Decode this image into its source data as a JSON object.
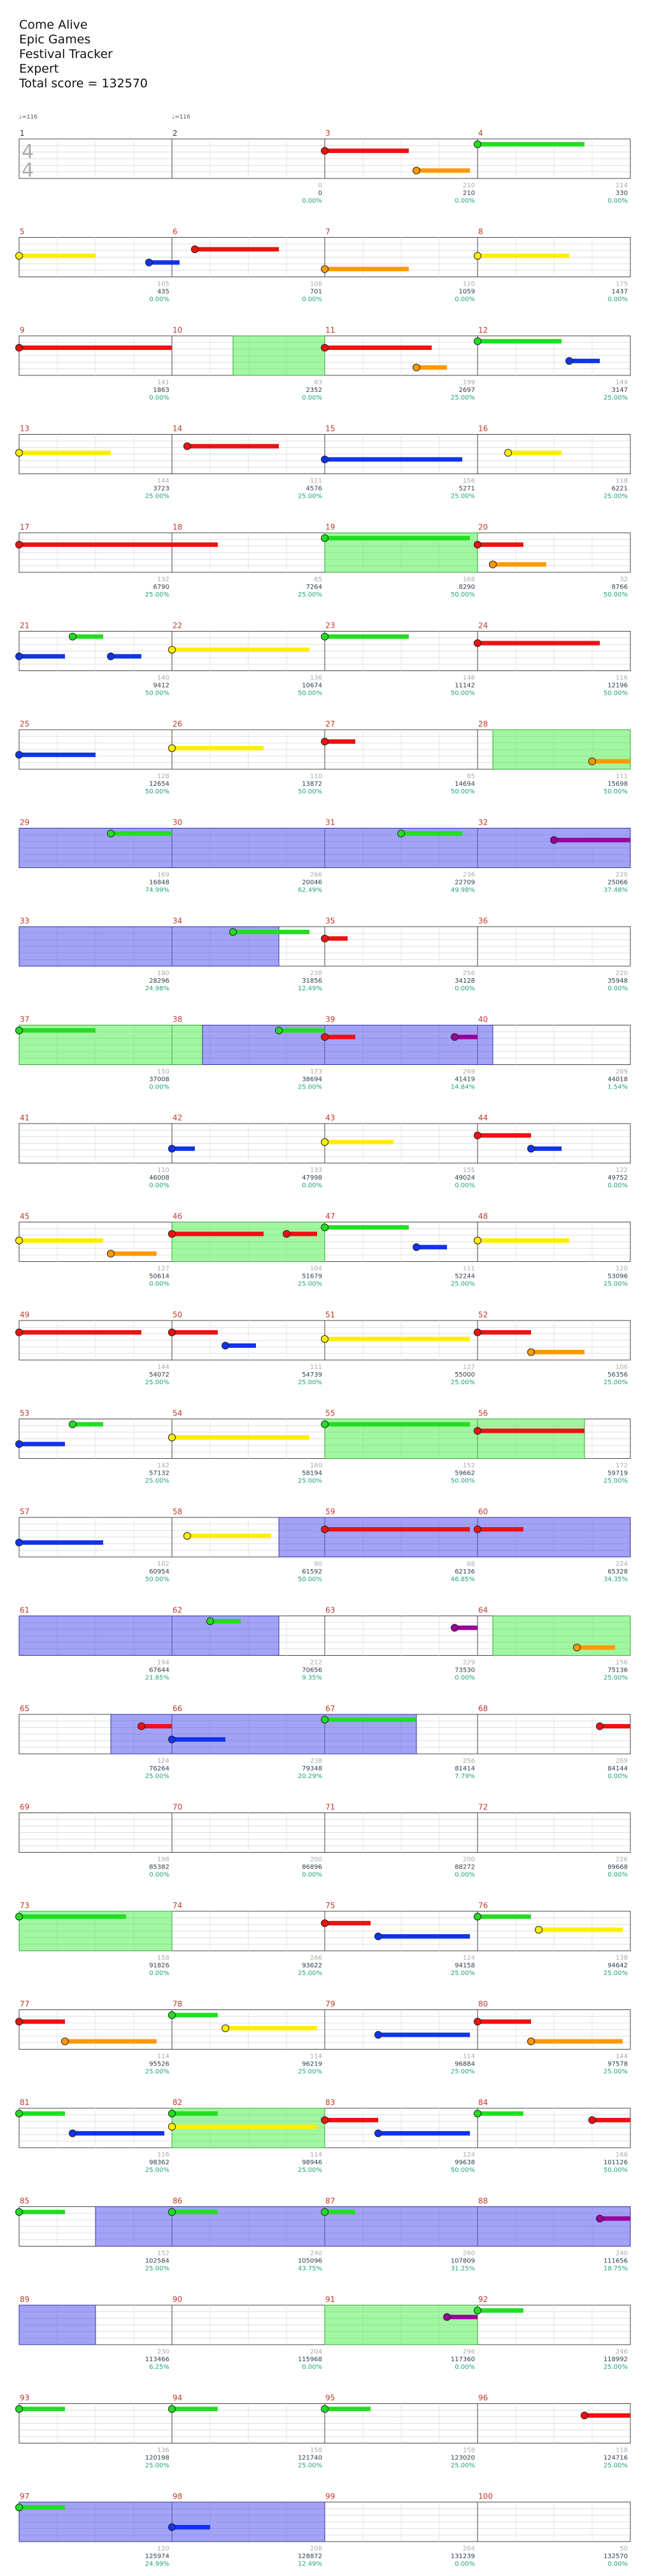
{
  "header": {
    "song": "Come Alive",
    "artist": "Epic Games",
    "app": "Festival Tracker",
    "difficulty": "Expert",
    "total_score": "Total score = 132570"
  },
  "time_signature": {
    "top": "4",
    "bottom": "4"
  },
  "tempo_marks": [
    "♩=116",
    "♩=116"
  ],
  "lane_colors": {
    "green": "#22dd22",
    "red": "#ee1111",
    "yellow": "#ffee00",
    "blue": "#1133ee",
    "orange": "#ff9900",
    "purple": "#990099"
  },
  "overlay_colors": {
    "star_power": "#55ee55",
    "overdrive": "#5555ee"
  },
  "measures": [
    {
      "n": 1,
      "tag": "",
      "score": "",
      "pct": ""
    },
    {
      "n": 2,
      "tag": "0",
      "score": "0",
      "pct": "0.00%"
    },
    {
      "n": 3,
      "tag": "210",
      "score": "210",
      "pct": "0.00%"
    },
    {
      "n": 4,
      "tag": "114",
      "score": "330",
      "pct": "0.00%"
    },
    {
      "n": 5,
      "tag": "105",
      "score": "435",
      "pct": "0.00%"
    },
    {
      "n": 6,
      "tag": "108",
      "score": "701",
      "pct": "0.00%"
    },
    {
      "n": 7,
      "tag": "120",
      "score": "1059",
      "pct": "0.00%"
    },
    {
      "n": 8,
      "tag": "175",
      "score": "1437",
      "pct": "0.00%"
    },
    {
      "n": 9,
      "tag": "141",
      "score": "1863",
      "pct": "0.00%"
    },
    {
      "n": 10,
      "tag": "83",
      "score": "2352",
      "pct": "0.00%"
    },
    {
      "n": 11,
      "tag": "199",
      "score": "2697",
      "pct": "25.00%"
    },
    {
      "n": 12,
      "tag": "144",
      "score": "3147",
      "pct": "25.00%"
    },
    {
      "n": 13,
      "tag": "144",
      "score": "3723",
      "pct": "25.00%"
    },
    {
      "n": 14,
      "tag": "121",
      "score": "4576",
      "pct": "25.00%"
    },
    {
      "n": 15,
      "tag": "156",
      "score": "5271",
      "pct": "25.00%"
    },
    {
      "n": 16,
      "tag": "118",
      "score": "6221",
      "pct": "25.00%"
    },
    {
      "n": 17,
      "tag": "132",
      "score": "6790",
      "pct": "25.00%"
    },
    {
      "n": 18,
      "tag": "65",
      "score": "7264",
      "pct": "25.00%"
    },
    {
      "n": 19,
      "tag": "168",
      "score": "8290",
      "pct": "50.00%"
    },
    {
      "n": 20,
      "tag": "32",
      "score": "8766",
      "pct": "50.00%"
    },
    {
      "n": 21,
      "tag": "140",
      "score": "9412",
      "pct": "50.00%"
    },
    {
      "n": 22,
      "tag": "136",
      "score": "10674",
      "pct": "50.00%"
    },
    {
      "n": 23,
      "tag": "146",
      "score": "11142",
      "pct": "50.00%"
    },
    {
      "n": 24,
      "tag": "116",
      "score": "12196",
      "pct": "50.00%"
    },
    {
      "n": 25,
      "tag": "128",
      "score": "12654",
      "pct": "50.00%"
    },
    {
      "n": 26,
      "tag": "110",
      "score": "13872",
      "pct": "50.00%"
    },
    {
      "n": 27,
      "tag": "85",
      "score": "14694",
      "pct": "50.00%"
    },
    {
      "n": 28,
      "tag": "111",
      "score": "15698",
      "pct": "50.00%"
    },
    {
      "n": 29,
      "tag": "169",
      "score": "16848",
      "pct": "74.99%"
    },
    {
      "n": 30,
      "tag": "266",
      "score": "20046",
      "pct": "62.49%"
    },
    {
      "n": 31,
      "tag": "236",
      "score": "22709",
      "pct": "49.98%"
    },
    {
      "n": 32,
      "tag": "220",
      "score": "25066",
      "pct": "37.48%"
    },
    {
      "n": 33,
      "tag": "180",
      "score": "28296",
      "pct": "24.98%"
    },
    {
      "n": 34,
      "tag": "238",
      "score": "31856",
      "pct": "12.49%"
    },
    {
      "n": 35,
      "tag": "256",
      "score": "34128",
      "pct": "0.00%"
    },
    {
      "n": 36,
      "tag": "220",
      "score": "35948",
      "pct": "0.00%"
    },
    {
      "n": 37,
      "tag": "150",
      "score": "37008",
      "pct": "0.00%"
    },
    {
      "n": 38,
      "tag": "173",
      "score": "38694",
      "pct": "25.00%"
    },
    {
      "n": 39,
      "tag": "269",
      "score": "41419",
      "pct": "14.84%"
    },
    {
      "n": 40,
      "tag": "289",
      "score": "44018",
      "pct": "1.54%"
    },
    {
      "n": 41,
      "tag": "110",
      "score": "46008",
      "pct": "0.00%"
    },
    {
      "n": 42,
      "tag": "133",
      "score": "47998",
      "pct": "0.00%"
    },
    {
      "n": 43,
      "tag": "155",
      "score": "49024",
      "pct": "0.00%"
    },
    {
      "n": 44,
      "tag": "122",
      "score": "49752",
      "pct": "0.00%"
    },
    {
      "n": 45,
      "tag": "127",
      "score": "50614",
      "pct": "0.00%"
    },
    {
      "n": 46,
      "tag": "104",
      "score": "51679",
      "pct": "25.00%"
    },
    {
      "n": 47,
      "tag": "111",
      "score": "52244",
      "pct": "25.00%"
    },
    {
      "n": 48,
      "tag": "120",
      "score": "53096",
      "pct": "25.00%"
    },
    {
      "n": 49,
      "tag": "144",
      "score": "54072",
      "pct": "25.00%"
    },
    {
      "n": 50,
      "tag": "111",
      "score": "54739",
      "pct": "25.00%"
    },
    {
      "n": 51,
      "tag": "127",
      "score": "55000",
      "pct": "25.00%"
    },
    {
      "n": 52,
      "tag": "106",
      "score": "56356",
      "pct": "25.00%"
    },
    {
      "n": 53,
      "tag": "142",
      "score": "57132",
      "pct": "25.00%"
    },
    {
      "n": 54,
      "tag": "180",
      "score": "58194",
      "pct": "25.00%"
    },
    {
      "n": 55,
      "tag": "152",
      "score": "59662",
      "pct": "50.00%"
    },
    {
      "n": 56,
      "tag": "172",
      "score": "59719",
      "pct": "25.00%"
    },
    {
      "n": 57,
      "tag": "102",
      "score": "60954",
      "pct": "50.00%"
    },
    {
      "n": 58,
      "tag": "80",
      "score": "61592",
      "pct": "50.00%"
    },
    {
      "n": 59,
      "tag": "88",
      "score": "62136",
      "pct": "46.85%"
    },
    {
      "n": 60,
      "tag": "224",
      "score": "65328",
      "pct": "34.35%"
    },
    {
      "n": 61,
      "tag": "194",
      "score": "67644",
      "pct": "21.85%"
    },
    {
      "n": 62,
      "tag": "212",
      "score": "70656",
      "pct": "9.35%"
    },
    {
      "n": 63,
      "tag": "229",
      "score": "73530",
      "pct": "0.00%"
    },
    {
      "n": 64,
      "tag": "156",
      "score": "75136",
      "pct": "25.00%"
    },
    {
      "n": 65,
      "tag": "124",
      "score": "76264",
      "pct": "25.00%"
    },
    {
      "n": 66,
      "tag": "238",
      "score": "79348",
      "pct": "20.29%"
    },
    {
      "n": 67,
      "tag": "256",
      "score": "81414",
      "pct": "7.79%"
    },
    {
      "n": 68,
      "tag": "269",
      "score": "84144",
      "pct": "0.00%"
    },
    {
      "n": 69,
      "tag": "198",
      "score": "85382",
      "pct": "0.00%"
    },
    {
      "n": 70,
      "tag": "200",
      "score": "86896",
      "pct": "0.00%"
    },
    {
      "n": 71,
      "tag": "200",
      "score": "88272",
      "pct": "0.00%"
    },
    {
      "n": 72,
      "tag": "226",
      "score": "89668",
      "pct": "0.00%"
    },
    {
      "n": 73,
      "tag": "158",
      "score": "91826",
      "pct": "0.00%"
    },
    {
      "n": 74,
      "tag": "266",
      "score": "93622",
      "pct": "25.00%"
    },
    {
      "n": 75,
      "tag": "124",
      "score": "94158",
      "pct": "25.00%"
    },
    {
      "n": 76,
      "tag": "138",
      "score": "94642",
      "pct": "25.00%"
    },
    {
      "n": 77,
      "tag": "114",
      "score": "95526",
      "pct": "25.00%"
    },
    {
      "n": 78,
      "tag": "114",
      "score": "96219",
      "pct": "25.00%"
    },
    {
      "n": 79,
      "tag": "114",
      "score": "96884",
      "pct": "25.00%"
    },
    {
      "n": 80,
      "tag": "144",
      "score": "97578",
      "pct": "25.00%"
    },
    {
      "n": 81,
      "tag": "116",
      "score": "98362",
      "pct": "25.00%"
    },
    {
      "n": 82,
      "tag": "114",
      "score": "98946",
      "pct": "25.00%"
    },
    {
      "n": 83,
      "tag": "124",
      "score": "99638",
      "pct": "50.00%"
    },
    {
      "n": 84,
      "tag": "166",
      "score": "101126",
      "pct": "50.00%"
    },
    {
      "n": 85,
      "tag": "152",
      "score": "102584",
      "pct": "25.00%"
    },
    {
      "n": 86,
      "tag": "240",
      "score": "105096",
      "pct": "43.75%"
    },
    {
      "n": 87,
      "tag": "260",
      "score": "107809",
      "pct": "31.25%"
    },
    {
      "n": 88,
      "tag": "240",
      "score": "111656",
      "pct": "18.75%"
    },
    {
      "n": 89,
      "tag": "230",
      "score": "113466",
      "pct": "6.25%"
    },
    {
      "n": 90,
      "tag": "204",
      "score": "115968",
      "pct": "0.00%"
    },
    {
      "n": 91,
      "tag": "296",
      "score": "117360",
      "pct": "0.00%"
    },
    {
      "n": 92,
      "tag": "246",
      "score": "118992",
      "pct": "25.00%"
    },
    {
      "n": 93,
      "tag": "136",
      "score": "120198",
      "pct": "25.00%"
    },
    {
      "n": 94,
      "tag": "158",
      "score": "121740",
      "pct": "25.00%"
    },
    {
      "n": 95,
      "tag": "158",
      "score": "123020",
      "pct": "25.00%"
    },
    {
      "n": 96,
      "tag": "118",
      "score": "124716",
      "pct": "25.00%"
    },
    {
      "n": 97,
      "tag": "120",
      "score": "125974",
      "pct": "24.99%"
    },
    {
      "n": 98,
      "tag": "208",
      "score": "128872",
      "pct": "12.49%"
    },
    {
      "n": 99,
      "tag": "264",
      "score": "131239",
      "pct": "0.00%"
    },
    {
      "n": 100,
      "tag": "50",
      "score": "132570",
      "pct": "0.00%"
    }
  ],
  "highlights": [
    {
      "type": "star_power",
      "start": 10.4,
      "end": 11.0
    },
    {
      "type": "star_power",
      "start": 19.0,
      "end": 20.0
    },
    {
      "type": "star_power",
      "start": 28.1,
      "end": 29.0
    },
    {
      "type": "overdrive",
      "start": 29.0,
      "end": 34.7
    },
    {
      "type": "star_power",
      "start": 37.0,
      "end": 38.2
    },
    {
      "type": "overdrive",
      "start": 38.2,
      "end": 40.1
    },
    {
      "type": "star_power",
      "start": 46.0,
      "end": 47.0
    },
    {
      "type": "star_power",
      "start": 55.0,
      "end": 56.7
    },
    {
      "type": "overdrive",
      "start": 58.7,
      "end": 61.0
    },
    {
      "type": "overdrive",
      "start": 61.0,
      "end": 62.7
    },
    {
      "type": "star_power",
      "start": 64.1,
      "end": 65.0
    },
    {
      "type": "overdrive",
      "start": 65.6,
      "end": 67.6
    },
    {
      "type": "star_power",
      "start": 73.0,
      "end": 74.0
    },
    {
      "type": "star_power",
      "start": 82.0,
      "end": 83.0
    },
    {
      "type": "overdrive",
      "start": 85.5,
      "end": 89.0
    },
    {
      "type": "overdrive",
      "start": 89.0,
      "end": 89.5
    },
    {
      "type": "star_power",
      "start": 91.0,
      "end": 92.0
    },
    {
      "type": "overdrive",
      "start": 97.0,
      "end": 99.0
    }
  ],
  "sustains": [
    {
      "lane": "green",
      "start": 4.0,
      "end": 4.7
    },
    {
      "lane": "red",
      "start": 3.0,
      "end": 3.55
    },
    {
      "lane": "orange",
      "start": 3.6,
      "end": 3.95
    },
    {
      "lane": "yellow",
      "start": 5.0,
      "end": 5.5
    },
    {
      "lane": "blue",
      "start": 5.85,
      "end": 6.05
    },
    {
      "lane": "red",
      "start": 6.15,
      "end": 6.7
    },
    {
      "lane": "orange",
      "start": 7.0,
      "end": 7.55
    },
    {
      "lane": "yellow",
      "start": 8.0,
      "end": 8.6
    },
    {
      "lane": "red",
      "start": 9.0,
      "end": 10.0
    },
    {
      "lane": "red",
      "start": 11.0,
      "end": 11.7
    },
    {
      "lane": "orange",
      "start": 11.6,
      "end": 11.8
    },
    {
      "lane": "green",
      "start": 12.0,
      "end": 12.55
    },
    {
      "lane": "blue",
      "start": 12.6,
      "end": 12.8
    },
    {
      "lane": "yellow",
      "start": 13.0,
      "end": 13.6
    },
    {
      "lane": "red",
      "start": 14.1,
      "end": 14.7
    },
    {
      "lane": "blue",
      "start": 15.0,
      "end": 15.9
    },
    {
      "lane": "yellow",
      "start": 16.2,
      "end": 16.55
    },
    {
      "lane": "red",
      "start": 17.0,
      "end": 18.3
    },
    {
      "lane": "green",
      "start": 19.0,
      "end": 19.95
    },
    {
      "lane": "red",
      "start": 20.0,
      "end": 20.3
    },
    {
      "lane": "orange",
      "start": 20.1,
      "end": 20.45
    },
    {
      "lane": "green",
      "start": 21.35,
      "end": 21.55
    },
    {
      "lane": "blue",
      "start": 21.0,
      "end": 21.3
    },
    {
      "lane": "blue",
      "start": 21.6,
      "end": 21.8
    },
    {
      "lane": "yellow",
      "start": 22.0,
      "end": 22.9
    },
    {
      "lane": "green",
      "start": 23.0,
      "end": 23.55
    },
    {
      "lane": "red",
      "start": 24.0,
      "end": 24.8
    },
    {
      "lane": "blue",
      "start": 25.0,
      "end": 25.5
    },
    {
      "lane": "yellow",
      "start": 26.0,
      "end": 26.6
    },
    {
      "lane": "red",
      "start": 27.0,
      "end": 27.2
    },
    {
      "lane": "orange",
      "start": 28.75,
      "end": 29.0
    },
    {
      "lane": "green",
      "start": 29.6,
      "end": 30.0
    },
    {
      "lane": "green",
      "start": 31.5,
      "end": 31.9
    },
    {
      "lane": "purple",
      "start": 32.5,
      "end": 33.0
    },
    {
      "lane": "green",
      "start": 34.4,
      "end": 34.9
    },
    {
      "lane": "red",
      "start": 35.0,
      "end": 35.15
    },
    {
      "lane": "green",
      "start": 37.0,
      "end": 37.5
    },
    {
      "lane": "green",
      "start": 38.7,
      "end": 39.0
    },
    {
      "lane": "red",
      "start": 39.0,
      "end": 39.2
    },
    {
      "lane": "purple",
      "start": 39.85,
      "end": 40.0
    },
    {
      "lane": "blue",
      "start": 42.0,
      "end": 42.15
    },
    {
      "lane": "yellow",
      "start": 43.0,
      "end": 43.45
    },
    {
      "lane": "red",
      "start": 44.0,
      "end": 44.35
    },
    {
      "lane": "blue",
      "start": 44.35,
      "end": 44.55
    },
    {
      "lane": "yellow",
      "start": 45.0,
      "end": 45.55
    },
    {
      "lane": "orange",
      "start": 45.6,
      "end": 45.9
    },
    {
      "lane": "red",
      "start": 46.0,
      "end": 46.6
    },
    {
      "lane": "red",
      "start": 46.75,
      "end": 46.95
    },
    {
      "lane": "green",
      "start": 47.0,
      "end": 47.55
    },
    {
      "lane": "blue",
      "start": 47.6,
      "end": 47.8
    },
    {
      "lane": "yellow",
      "start": 48.0,
      "end": 48.6
    },
    {
      "lane": "red",
      "start": 49.0,
      "end": 49.8
    },
    {
      "lane": "red",
      "start": 50.0,
      "end": 50.3
    },
    {
      "lane": "blue",
      "start": 50.35,
      "end": 50.55
    },
    {
      "lane": "yellow",
      "start": 51.0,
      "end": 51.95
    },
    {
      "lane": "red",
      "start": 52.0,
      "end": 52.35
    },
    {
      "lane": "orange",
      "start": 52.35,
      "end": 52.7
    },
    {
      "lane": "blue",
      "start": 53.0,
      "end": 53.3
    },
    {
      "lane": "green",
      "start": 53.35,
      "end": 53.55
    },
    {
      "lane": "yellow",
      "start": 54.0,
      "end": 54.9
    },
    {
      "lane": "green",
      "start": 55.0,
      "end": 55.95
    },
    {
      "lane": "red",
      "start": 56.0,
      "end": 56.7
    },
    {
      "lane": "blue",
      "start": 57.0,
      "end": 57.55
    },
    {
      "lane": "yellow",
      "start": 58.1,
      "end": 58.65
    },
    {
      "lane": "red",
      "start": 59.0,
      "end": 59.95
    },
    {
      "lane": "red",
      "start": 60.0,
      "end": 60.3
    },
    {
      "lane": "green",
      "start": 62.25,
      "end": 62.45
    },
    {
      "lane": "purple",
      "start": 63.85,
      "end": 64.0
    },
    {
      "lane": "orange",
      "start": 64.65,
      "end": 64.9
    },
    {
      "lane": "red",
      "start": 65.8,
      "end": 66.0
    },
    {
      "lane": "blue",
      "start": 66.0,
      "end": 66.35
    },
    {
      "lane": "green",
      "start": 67.0,
      "end": 67.6
    },
    {
      "lane": "red",
      "start": 68.8,
      "end": 69.0
    },
    {
      "lane": "green",
      "start": 73.0,
      "end": 73.7
    },
    {
      "lane": "blue",
      "start": 75.35,
      "end": 75.95
    },
    {
      "lane": "red",
      "start": 75.0,
      "end": 75.3
    },
    {
      "lane": "green",
      "start": 76.0,
      "end": 76.35
    },
    {
      "lane": "yellow",
      "start": 76.4,
      "end": 76.95
    },
    {
      "lane": "red",
      "start": 77.0,
      "end": 77.3
    },
    {
      "lane": "orange",
      "start": 77.3,
      "end": 77.9
    },
    {
      "lane": "green",
      "start": 78.0,
      "end": 78.3
    },
    {
      "lane": "yellow",
      "start": 78.35,
      "end": 78.95
    },
    {
      "lane": "blue",
      "start": 79.35,
      "end": 79.95
    },
    {
      "lane": "red",
      "start": 80.0,
      "end": 80.35
    },
    {
      "lane": "orange",
      "start": 80.35,
      "end": 80.95
    },
    {
      "lane": "green",
      "start": 81.0,
      "end": 81.3
    },
    {
      "lane": "blue",
      "start": 81.35,
      "end": 81.95
    },
    {
      "lane": "green",
      "start": 82.0,
      "end": 82.3
    },
    {
      "lane": "yellow",
      "start": 82.0,
      "end": 82.95
    },
    {
      "lane": "red",
      "start": 83.0,
      "end": 83.35
    },
    {
      "lane": "blue",
      "start": 83.35,
      "end": 83.95
    },
    {
      "lane": "green",
      "start": 84.0,
      "end": 84.3
    },
    {
      "lane": "red",
      "start": 84.75,
      "end": 85.0
    },
    {
      "lane": "green",
      "start": 85.0,
      "end": 85.3
    },
    {
      "lane": "green",
      "start": 86.0,
      "end": 86.3
    },
    {
      "lane": "green",
      "start": 87.0,
      "end": 87.2
    },
    {
      "lane": "purple",
      "start": 88.8,
      "end": 89.0
    },
    {
      "lane": "purple",
      "start": 91.8,
      "end": 92.0
    },
    {
      "lane": "green",
      "start": 92.0,
      "end": 92.3
    },
    {
      "lane": "green",
      "start": 93.0,
      "end": 93.3
    },
    {
      "lane": "green",
      "start": 94.0,
      "end": 94.3
    },
    {
      "lane": "green",
      "start": 95.0,
      "end": 95.3
    },
    {
      "lane": "red",
      "start": 96.7,
      "end": 97.0
    },
    {
      "lane": "green",
      "start": 97.0,
      "end": 97.3
    },
    {
      "lane": "blue",
      "start": 98.0,
      "end": 98.25
    }
  ]
}
